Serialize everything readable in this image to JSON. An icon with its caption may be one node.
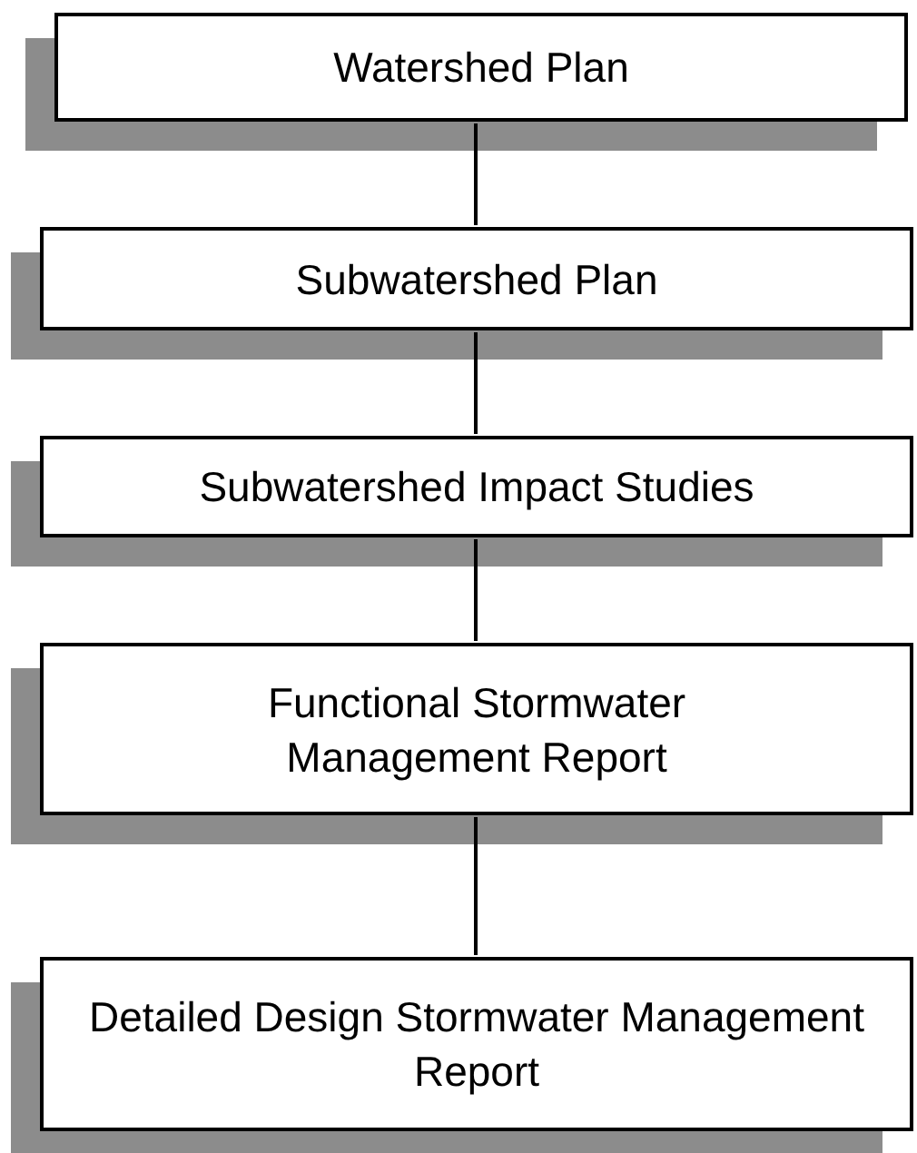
{
  "diagram": {
    "nodes": [
      {
        "text": [
          "Watershed Plan"
        ]
      },
      {
        "text": [
          "Subwatershed Plan"
        ]
      },
      {
        "text": [
          "Subwatershed Impact Studies"
        ]
      },
      {
        "text": [
          "Functional Stormwater Management Report"
        ]
      },
      {
        "text": [
          "Detailed Design Stormwater Management Report"
        ]
      }
    ],
    "edges": [
      {
        "from": 0,
        "to": 1,
        "arrow": "none"
      },
      {
        "from": 1,
        "to": 2,
        "arrow": "none"
      },
      {
        "from": 2,
        "to": 3,
        "arrow": "none"
      },
      {
        "from": 3,
        "to": 4,
        "arrow": "none"
      }
    ]
  }
}
